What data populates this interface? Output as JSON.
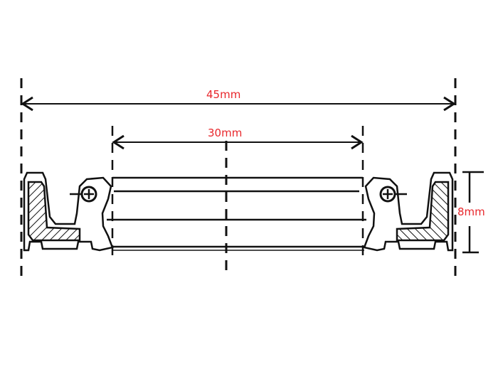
{
  "diagram": {
    "subject": "oil seal cross-section",
    "line_color": "#111111",
    "label_color": "#e8262b",
    "dimensions": {
      "outer_diameter": {
        "label": "45mm",
        "value": 45,
        "unit": "mm"
      },
      "inner_diameter": {
        "label": "30mm",
        "value": 30,
        "unit": "mm"
      },
      "height": {
        "label": "8mm",
        "value": 8,
        "unit": "mm"
      }
    }
  }
}
